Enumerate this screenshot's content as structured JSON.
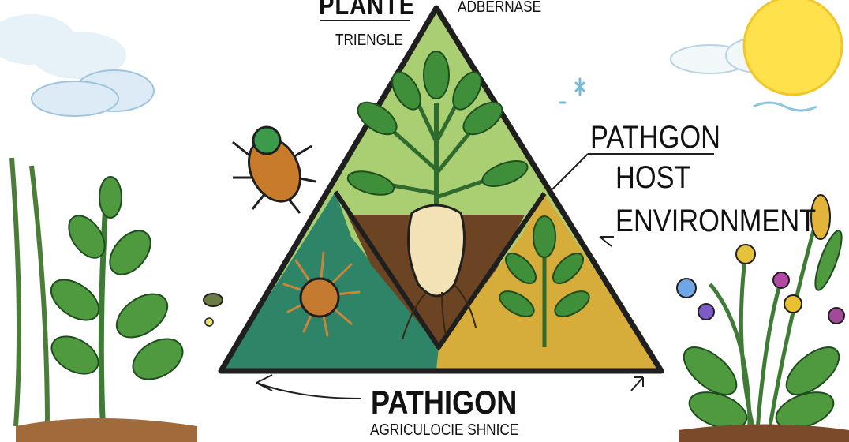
{
  "labels": {
    "top_title": "PLANTE",
    "top_subtitle": "TRIENGLE",
    "top_right": "ADBERNASE",
    "side_1": "PATHGON",
    "side_2": "HOST",
    "side_3": "ENVIRONMENT",
    "bottom_title": "PATHIGON",
    "bottom_subtitle": "AGRICULOCIE SHNICE"
  },
  "colors": {
    "top_triangle": "#a9cf72",
    "left_triangle": "#2e8467",
    "right_triangle": "#d6ac3b",
    "soil": "#6b4423",
    "sun": "#ffe14b",
    "outline": "#1f1f1f"
  }
}
